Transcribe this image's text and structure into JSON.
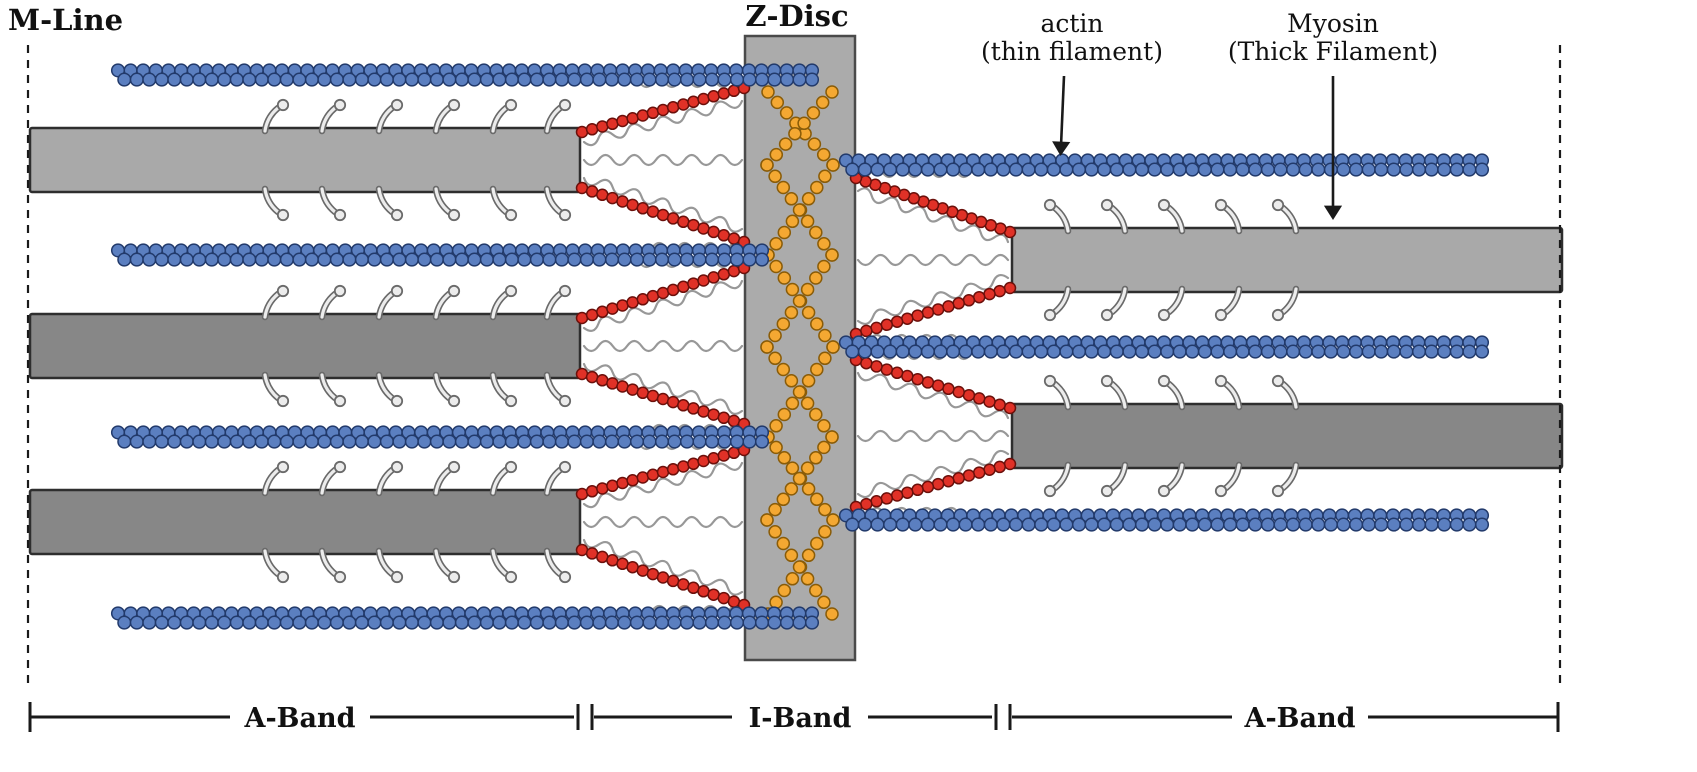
{
  "labels": {
    "m_line": "M-Line",
    "z_disc": "Z-Disc",
    "actin_label_line1": "actin",
    "actin_label_line2": "(thin filament)",
    "myosin_label_line1": "Myosin",
    "myosin_label_line2": "(Thick Filament)",
    "band_left": "A-Band",
    "band_center": "I-Band",
    "band_right": "A-Band"
  },
  "colors": {
    "background": "#ffffff",
    "actin_bead": "#5b7fc0",
    "actin_bead_stroke": "#223a6b",
    "red_bead": "#e03127",
    "red_bead_stroke": "#6b100b",
    "orange_bead": "#f4a832",
    "orange_bead_stroke": "#8a5c08",
    "z_disc_fill": "#ababab",
    "z_disc_stroke": "#4a4a4a",
    "myosin_light": "#a9a9a9",
    "myosin_dark": "#878787",
    "myosin_stroke": "#2e2e2e",
    "head_fill": "#ececec",
    "head_stroke": "#6a6a6a",
    "coil_stroke": "#989898",
    "guide_stroke": "#9a9a9a",
    "line_color": "#1a1a1a"
  }
}
